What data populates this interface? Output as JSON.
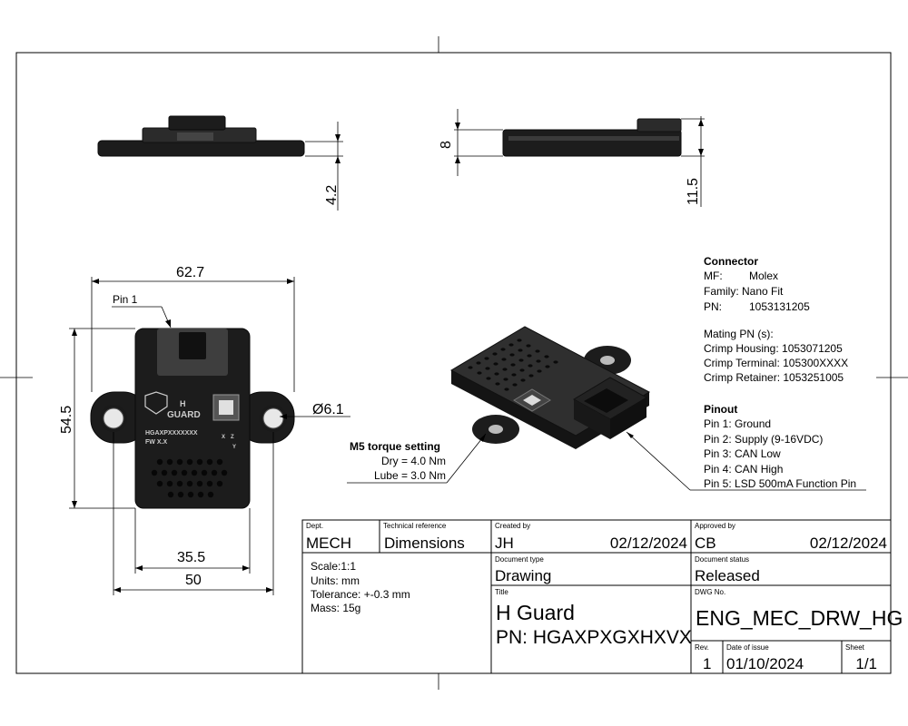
{
  "dimensions": {
    "width_top": "62.7",
    "height_left": "54.5",
    "hole_dia": "Ø6.1",
    "hole_spacing": "35.5",
    "overall_width": "50",
    "front_thickness": "4.2",
    "side_height_top": "8",
    "side_height_total": "11.5",
    "pin1_label": "Pin 1"
  },
  "device": {
    "brand_h": "H",
    "brand_guard": "GUARD",
    "part_text": "HGAXPXXXXXXX",
    "fw_text": "FW X.X",
    "axis_x": "X",
    "axis_z": "Z",
    "axis_y": "Y"
  },
  "torque": {
    "heading": "M5 torque setting",
    "dry": "Dry = 4.0 Nm",
    "lube": "Lube = 3.0 Nm"
  },
  "connector": {
    "heading": "Connector",
    "mf_label": "MF:",
    "mf_value": "Molex",
    "family": "Family: Nano Fit",
    "pn_label": "PN:",
    "pn_value": "1053131205",
    "mating_heading": "Mating PN (s):",
    "crimp_housing": "Crimp Housing: 1053071205",
    "crimp_terminal": "Crimp Terminal: 105300XXXX",
    "crimp_retainer": "Crimp Retainer: 1053251005"
  },
  "pinout": {
    "heading": "Pinout",
    "pins": [
      "Pin 1: Ground",
      "Pin 2: Supply (9-16VDC)",
      "Pin 3: CAN Low",
      "Pin 4: CAN High",
      "Pin 5: LSD 500mA  Function Pin"
    ]
  },
  "title_block": {
    "dept_label": "Dept.",
    "dept_value": "MECH",
    "techref_label": "Technical reference",
    "techref_value": "Dimensions",
    "created_label": "Created by",
    "created_by": "JH",
    "created_date": "02/12/2024",
    "approved_label": "Approved by",
    "approved_by": "CB",
    "approved_date": "02/12/2024",
    "scale": "Scale:1:1",
    "units": "Units: mm",
    "tolerance": "Tolerance: +-0.3 mm",
    "mass": "Mass: 15g",
    "doctype_label": "Document type",
    "doctype_value": "Drawing",
    "docstatus_label": "Document status",
    "docstatus_value": "Released",
    "title_label": "Title",
    "title_line1": "H Guard",
    "title_line2": "PN: HGAXPXGXHXVX",
    "dwg_label": "DWG No.",
    "dwg_value": "ENG_MEC_DRW_HG",
    "rev_label": "Rev.",
    "rev_value": "1",
    "issue_label": "Date of issue",
    "issue_value": "01/10/2024",
    "sheet_label": "Sheet",
    "sheet_value": "1/1"
  }
}
